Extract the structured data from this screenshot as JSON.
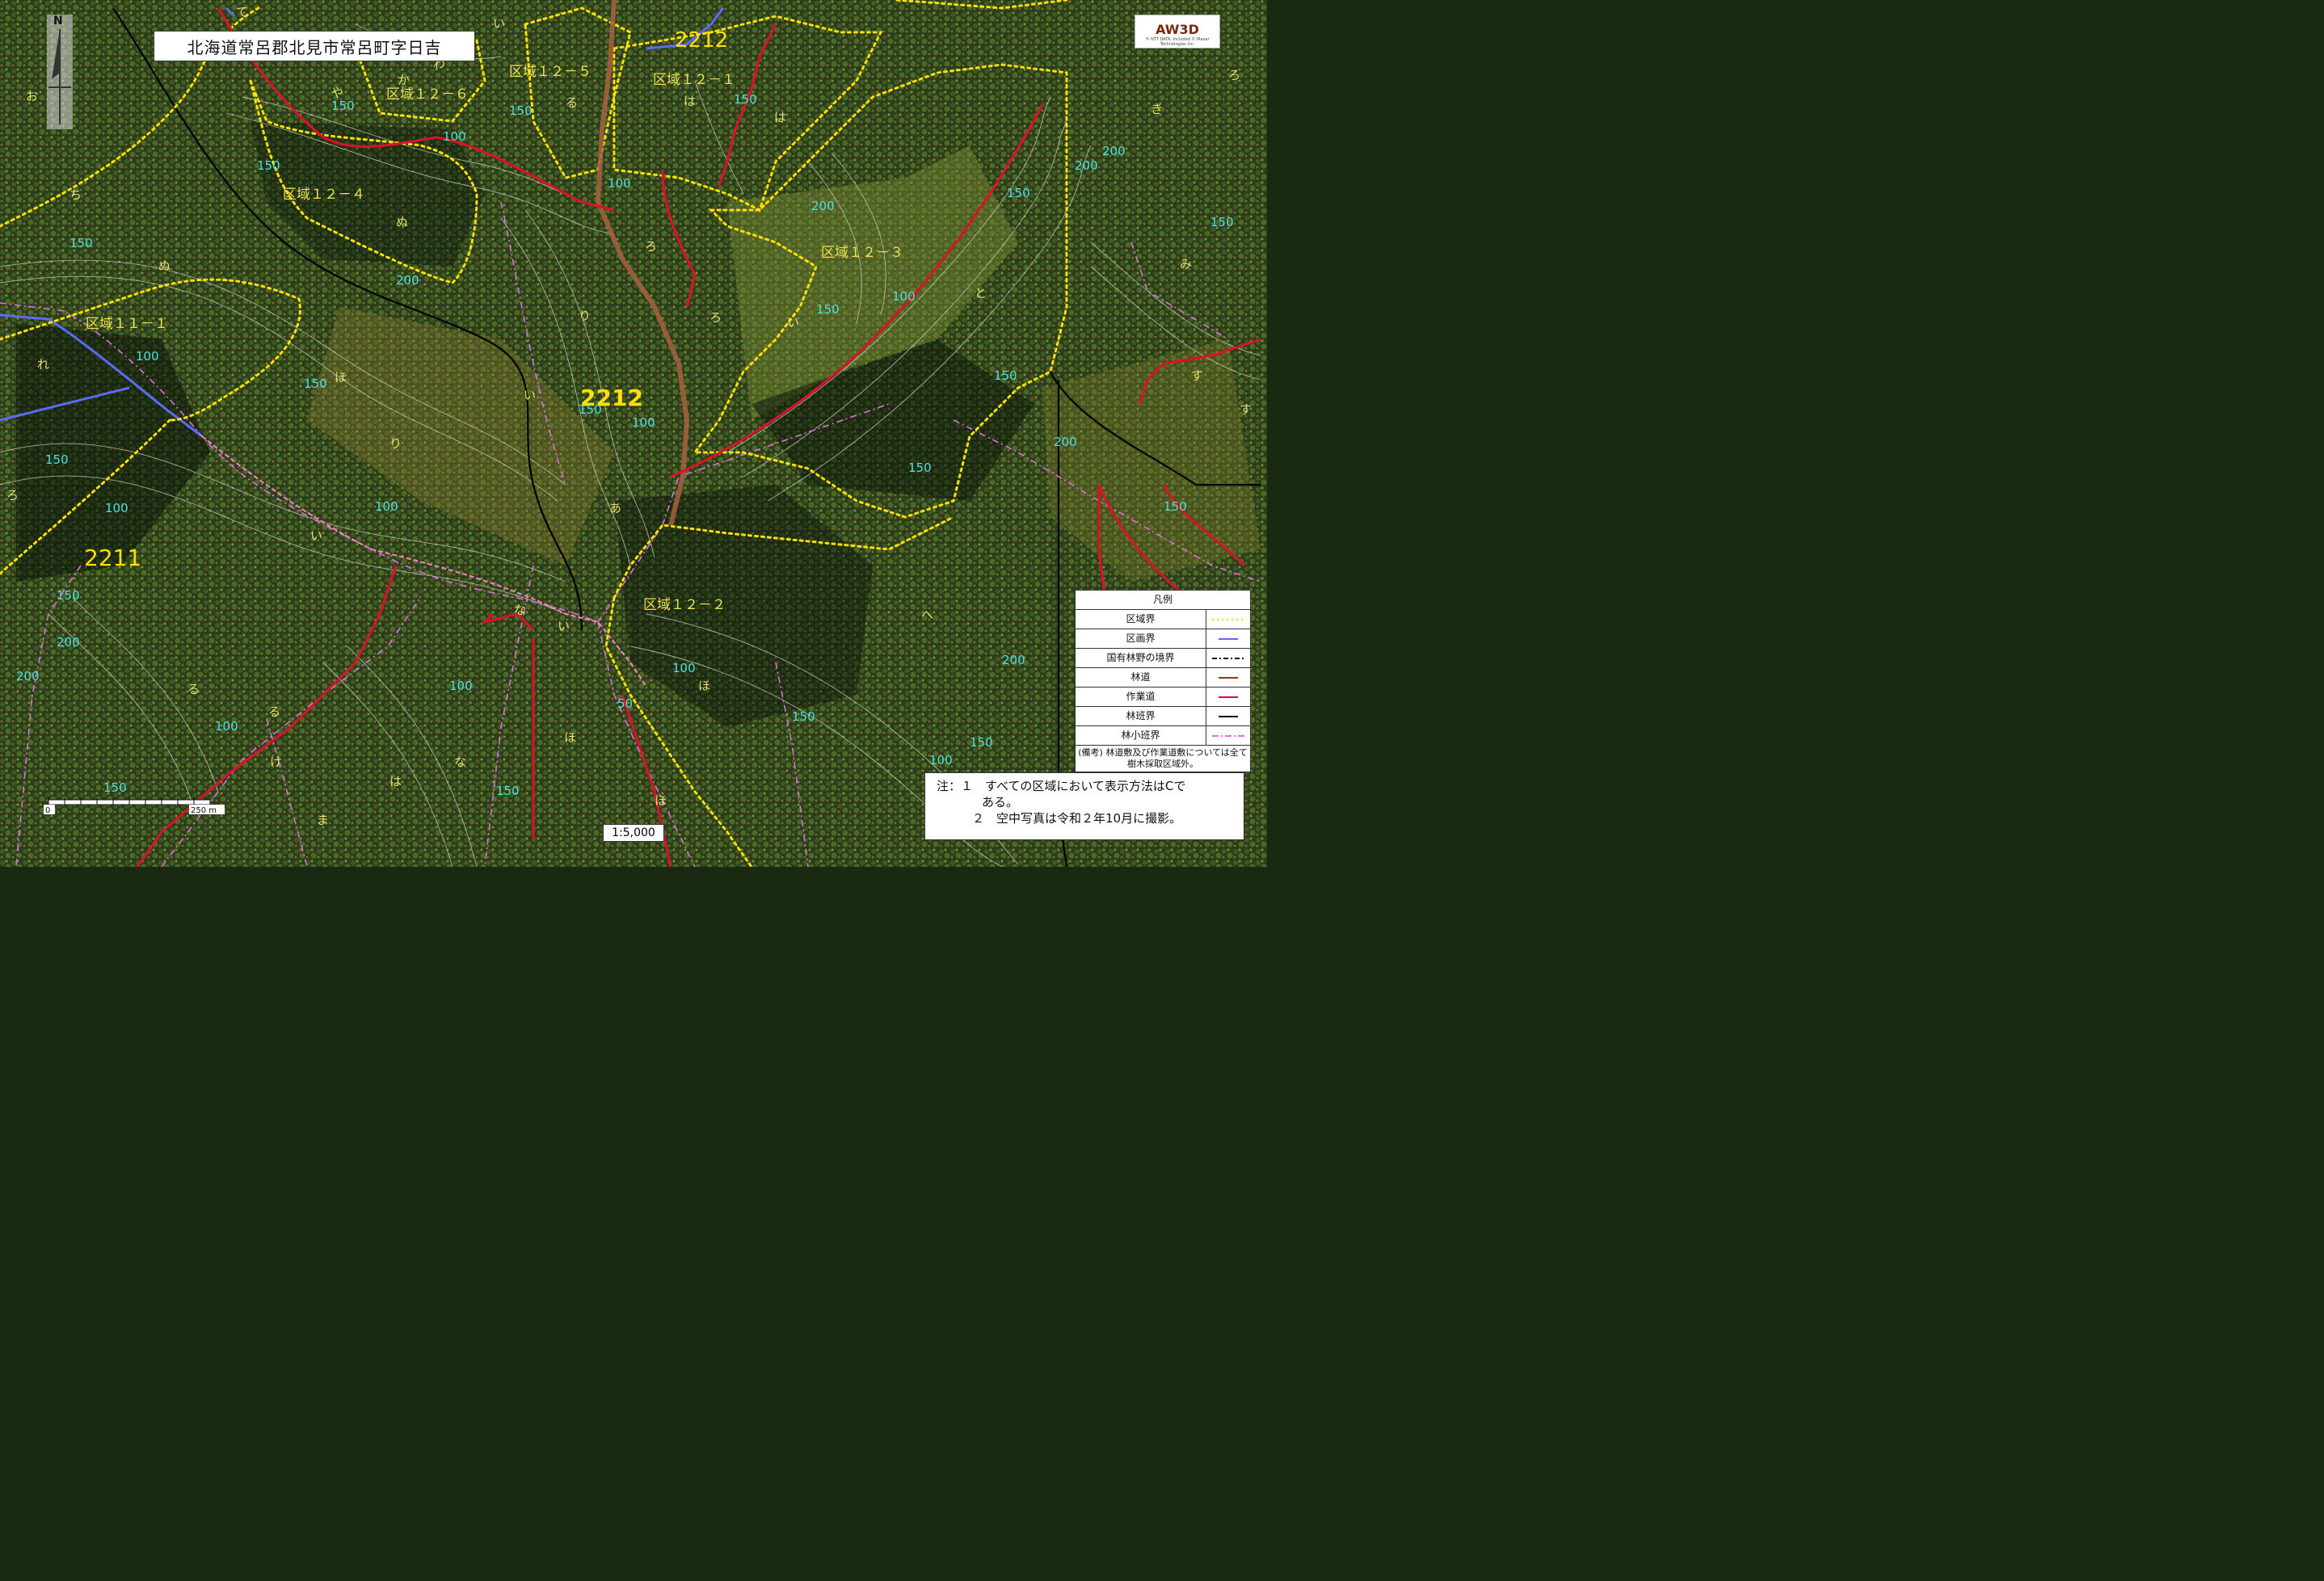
{
  "title": "北海道常呂郡北見市常呂町字日吉",
  "north_label": "N",
  "logo": {
    "text": "AW3D",
    "subtitle": "© NTT DATA, Included © Maxar Technologies Inc."
  },
  "scale": {
    "ratio": "1:5,000",
    "zero": "0",
    "end": "250 m"
  },
  "legend": {
    "title": "凡例",
    "items": [
      {
        "name": "区域界",
        "color": "#ffe000",
        "style": "dotted"
      },
      {
        "name": "区画界",
        "color": "#5b6bff",
        "style": "solid"
      },
      {
        "name": "国有林野の境界",
        "color": "#111111",
        "style": "dashdot"
      },
      {
        "name": "林道",
        "color": "#8b3a1a",
        "style": "solid"
      },
      {
        "name": "作業道",
        "color": "#e0102a",
        "style": "solid"
      },
      {
        "name": "林班界",
        "color": "#000000",
        "style": "solid"
      },
      {
        "name": "林小班界",
        "color": "#e070e0",
        "style": "dashdot"
      }
    ],
    "note": "(備考) 林道敷及び作業道敷については全て樹木採取区域外。"
  },
  "notes": {
    "line1": "注：１　すべての区域において表示方法はCで",
    "line1b": "ある。",
    "line2": "２　空中写真は令和２年10月に撮影。"
  },
  "compartments": [
    "2212",
    "2212",
    "2211"
  ],
  "zones": [
    "区域１２－５",
    "区域１２－６",
    "区域１２－１",
    "区域１２－４",
    "区域１２－３",
    "区域１１－１",
    "区域１２－２"
  ],
  "subcompartments": [
    "て",
    "い",
    "わ",
    "か",
    "や",
    "お",
    "る",
    "は",
    "は",
    "ろ",
    "ち",
    "ぬ",
    "ぬ",
    "れ",
    "ろ",
    "り",
    "い",
    "り",
    "ろ",
    "と",
    "い",
    "き",
    "ろ",
    "み",
    "す",
    "す",
    "あ",
    "な",
    "い",
    "い",
    "ほ",
    "へ",
    "ほ",
    "る",
    "る",
    "け",
    "は",
    "な",
    "ま",
    "ほ",
    "ほ"
  ],
  "contours": [
    "150",
    "150",
    "100",
    "150",
    "100",
    "150",
    "150",
    "200",
    "200",
    "200",
    "150",
    "150",
    "200",
    "100",
    "150",
    "150",
    "100",
    "100",
    "150",
    "150",
    "100",
    "100",
    "150",
    "200",
    "200",
    "150",
    "200",
    "100",
    "100",
    "150",
    "100",
    "50",
    "150",
    "150",
    "150",
    "150",
    "200",
    "100",
    "150"
  ]
}
